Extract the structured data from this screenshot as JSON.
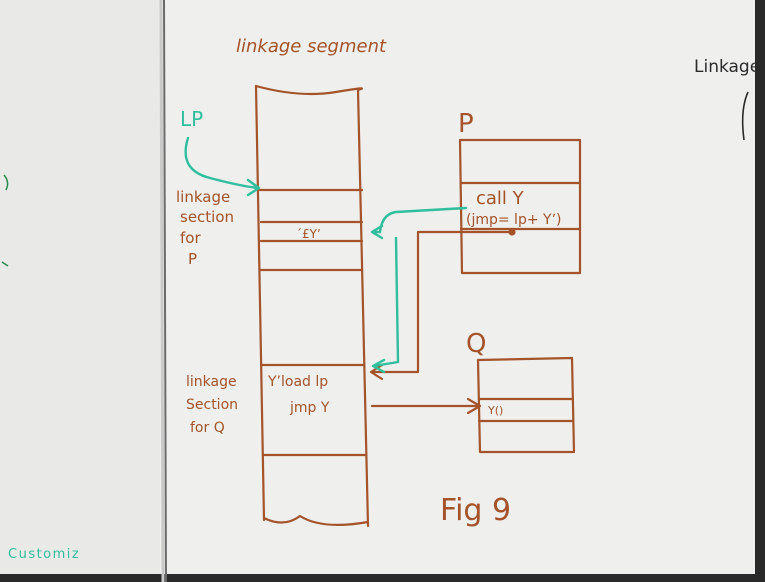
{
  "labels": {
    "linkage_segment": "linkage segment",
    "lp": "LP",
    "linkage_section_p": [
      "linkage",
      "section",
      "for",
      "P"
    ],
    "entry_y": "´£Yʼ",
    "p_label": "P",
    "call_y": "call Y",
    "jmp_expr": "(jmp= lp+ Yʼ)",
    "q_label": "Q",
    "y_load": "Y’load lp",
    "jmp_y": "jmp Y",
    "linkage_section_q": [
      "linkage",
      "Section",
      "for Q"
    ],
    "y_entry": "Y()",
    "fig": "Fig 9",
    "linkage_right": "Linkage",
    "customize": "Customiz"
  },
  "colors": {
    "board": "#eeeeec",
    "marker_brown": "#a4532a",
    "marker_teal": "#2fbf9c",
    "marker_green": "#2a8a4a",
    "marker_black": "#2b2b2b"
  }
}
